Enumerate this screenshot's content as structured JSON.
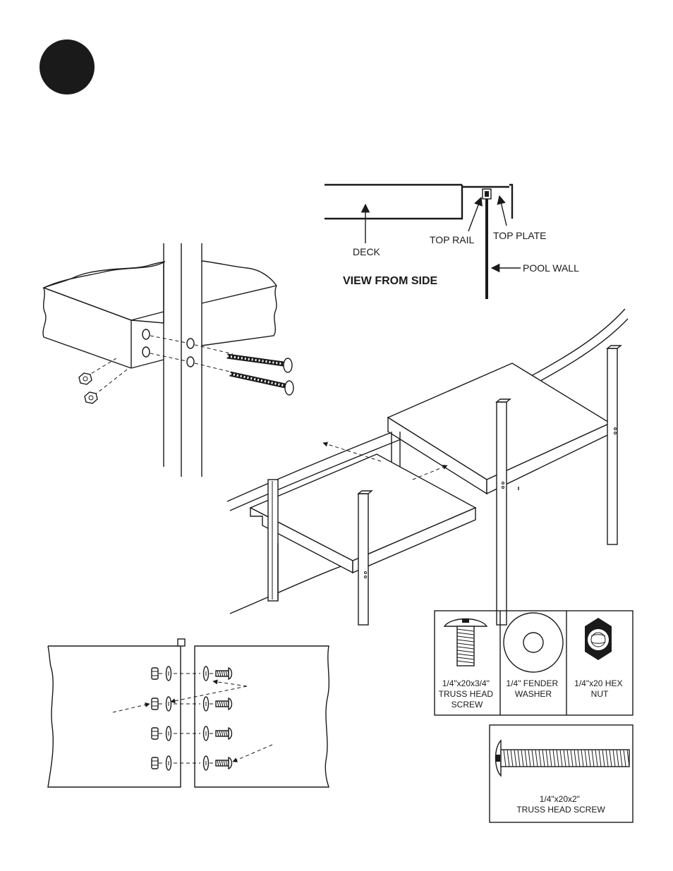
{
  "colors": {
    "ink": "#1a1a1a",
    "paper": "#ffffff"
  },
  "side_view": {
    "title": "VIEW FROM SIDE",
    "labels": {
      "deck": "DECK",
      "top_rail": "TOP RAIL",
      "top_plate": "TOP PLATE",
      "pool_wall": "POOL WALL"
    }
  },
  "hardware": [
    {
      "icon": "truss-head-screw-icon",
      "label_lines": [
        "1/4\"x20x3/4\"",
        "TRUSS HEAD",
        "SCREW"
      ]
    },
    {
      "icon": "fender-washer-icon",
      "label_lines": [
        "1/4\" FENDER",
        "WASHER"
      ]
    },
    {
      "icon": "hex-nut-icon",
      "label_lines": [
        "1/4\"x20 HEX",
        "NUT"
      ]
    }
  ],
  "long_screw": {
    "icon": "long-truss-head-screw-icon",
    "label_lines": [
      "1/4\"x20x2\"",
      "TRUSS HEAD SCREW"
    ]
  }
}
